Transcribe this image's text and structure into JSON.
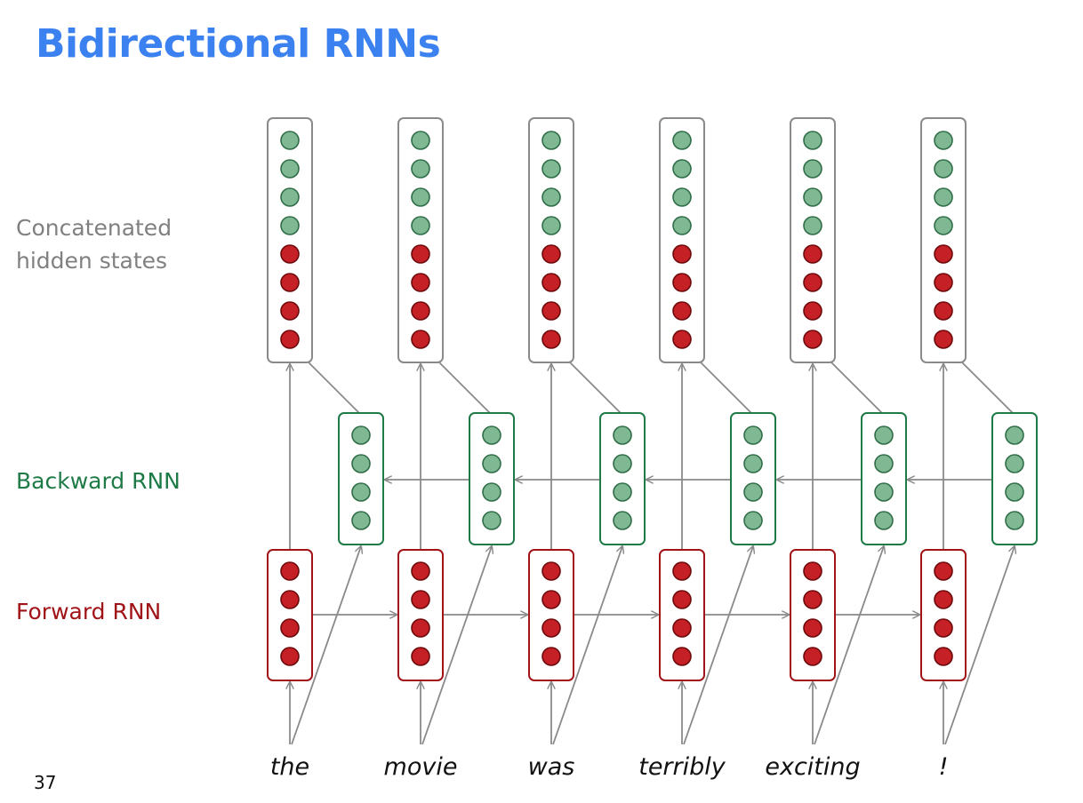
{
  "slide": {
    "title": "Bidirectional RNNs",
    "page_number": "37"
  },
  "labels": {
    "concatenated": "Concatenated\nhidden states",
    "backward": "Backward RNN",
    "forward": "Forward RNN"
  },
  "words": [
    "the",
    "movie",
    "was",
    "terribly",
    "exciting",
    "!"
  ],
  "structure": {
    "forward_units_per_state": 4,
    "backward_units_per_state": 4,
    "concatenated_backward_units": 4,
    "concatenated_forward_units": 4
  },
  "colors": {
    "title": "#3b82f0",
    "label_gray": "#808080",
    "backward_green": "#1e7a46",
    "forward_red": "#a01418",
    "green_fill": "#7fb892",
    "green_stroke": "#2f6e48",
    "red_fill": "#c42025",
    "red_stroke": "#6e0a0c",
    "box_gray": "#8a8a8a",
    "arrow_gray": "#8a8a8a"
  }
}
